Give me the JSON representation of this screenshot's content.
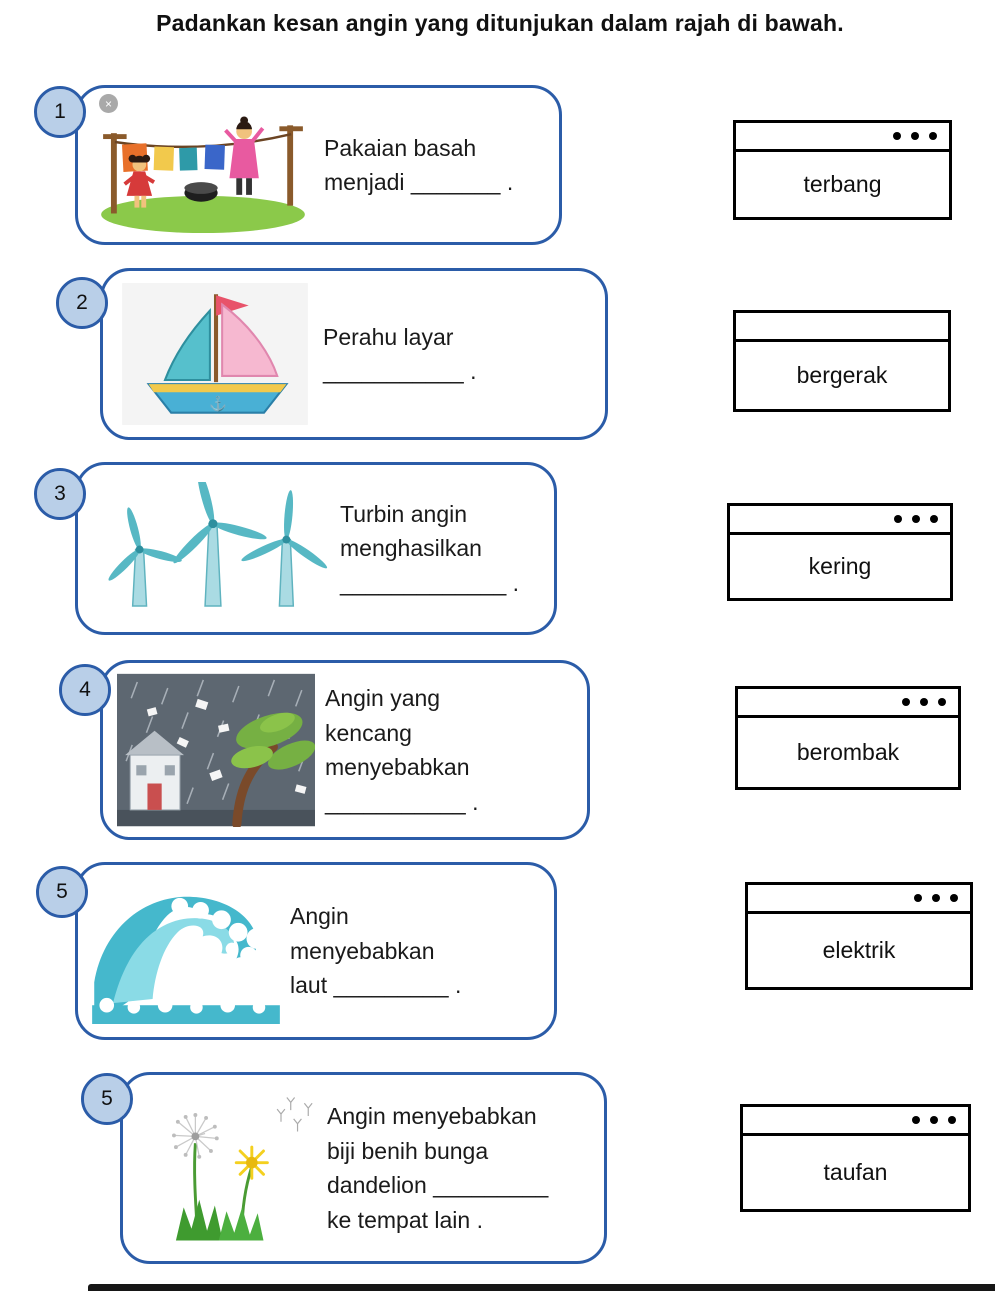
{
  "title": "Padankan kesan angin yang ditunjukan dalam rajah di bawah.",
  "icons": {
    "close": "×"
  },
  "colors": {
    "card_border": "#2b5ca8",
    "badge_fill": "#b9cfe8",
    "answer_border": "#000000"
  },
  "questions": [
    {
      "number": "1",
      "image": "clothesline",
      "text": "Pakaian basah\nmenjadi _______ ."
    },
    {
      "number": "2",
      "image": "sailboat",
      "text": "Perahu layar\n___________ ."
    },
    {
      "number": "3",
      "image": "wind-turbines",
      "text": "Turbin angin\nmenghasilkan\n_____________ ."
    },
    {
      "number": "4",
      "image": "storm",
      "text": "Angin yang\nkencang\nmenyebabkan\n___________ ."
    },
    {
      "number": "5",
      "image": "ocean-wave",
      "text": "Angin\nmenyebabkan\nlaut _________ ."
    },
    {
      "number": "5",
      "image": "dandelion",
      "text": "Angin menyebabkan\nbiji benih bunga\ndandelion _________\nke tempat lain ."
    }
  ],
  "answers": [
    {
      "label": "terbang"
    },
    {
      "label": "bergerak"
    },
    {
      "label": "kering"
    },
    {
      "label": "berombak"
    },
    {
      "label": "elektrik"
    },
    {
      "label": "taufan"
    }
  ]
}
